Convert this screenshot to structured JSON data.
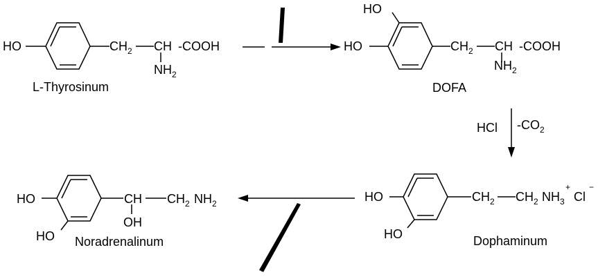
{
  "compounds": {
    "tyrosine": {
      "name": "L-Thyrosinum",
      "ho": "HO",
      "ch": "CH",
      "ch_sub": "2",
      "ch2": "CH",
      "cooh": "-COOH",
      "nh": "NH",
      "nh_sub": "2"
    },
    "dofa": {
      "name": "DOFA",
      "ho_top": "HO",
      "ho_left": "HO",
      "ch": "CH",
      "ch_sub": "2",
      "ch2": "CH",
      "cooh": "-COOH",
      "nh": "NH",
      "nh_sub": "2"
    },
    "dopamine": {
      "name": "Dophaminum",
      "ho_top": "HO",
      "ho_bottom": "HO",
      "ch": "CH",
      "ch_sub": "2",
      "ch2": "CH",
      "ch2_sub": "2",
      "nh": "NH",
      "nh_sub": "3",
      "nh_sup": "+",
      "cl": "Cl",
      "cl_sup": "−"
    },
    "noradrenaline": {
      "name": "Noradrenalinum",
      "ho_top": "HO",
      "ho_bottom": "HO",
      "ch": "CH",
      "oh": "OH",
      "ch2": "CH",
      "ch2_sub": "2",
      "nh": "NH",
      "nh_sub": "2"
    }
  },
  "reagents": {
    "hcl": "HCl",
    "co2": "-CO",
    "co2_sub": "2"
  }
}
